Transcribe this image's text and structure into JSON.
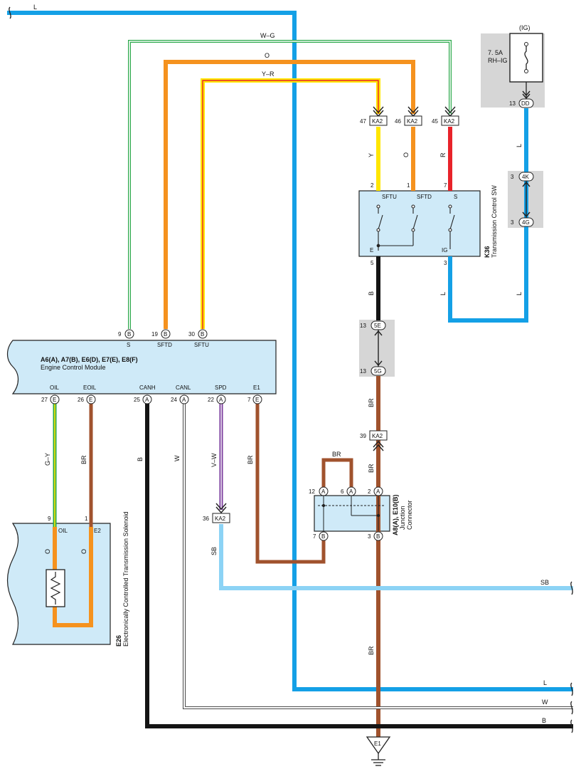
{
  "colors": {
    "L": "#14a0e6",
    "SB": "#8cd3f5",
    "O": "#f5921e",
    "Y": "#ffe600",
    "R": "#e8232a",
    "B": "#141414",
    "BR": "#a0522d",
    "W": "#ffffff",
    "G": "#2aa84a",
    "V": "#7a3b9c",
    "component": "#cfeaf8",
    "grey": "#d6d6d6"
  },
  "wires": {
    "L": "L",
    "W_G": "W–G",
    "O": "O",
    "Y_R": "Y–R",
    "Y": "Y",
    "O2": "O",
    "R": "R",
    "L_fuse1": "L",
    "L_fuse2": "L",
    "L_k36": "L",
    "B_k36": "B",
    "BR_1": "BR",
    "BR_2": "BR",
    "BR_loop": "BR",
    "BR_3": "BR",
    "G_Y": "G–Y",
    "BR_eoil": "BR",
    "B_canh": "B",
    "W_canl": "W",
    "V_W": "V–W",
    "BR_e1": "BR",
    "SB_spd": "SB",
    "O_e26a": "O",
    "O_e26b": "O",
    "right_SB": "SB",
    "right_L": "L",
    "right_W": "W",
    "right_B": "B"
  },
  "fuse": {
    "supply": "(IG)",
    "rating": "7. 5A",
    "name": "RH–IG",
    "pin": "13",
    "connector": "DD"
  },
  "ka2": {
    "name": "KA2",
    "pin47": "47",
    "pin46": "46",
    "pin45": "45",
    "pin39": "39",
    "pin36": "36"
  },
  "conn_4k": {
    "pin": "3",
    "label": "4K"
  },
  "conn_4g": {
    "pin": "3",
    "label": "4G"
  },
  "conn_5e": {
    "pin": "13",
    "label": "5E"
  },
  "conn_5g": {
    "pin": "13",
    "label": "5G"
  },
  "k36": {
    "code": "K36",
    "name": "Transmission Control SW",
    "pin2": "2",
    "pin1": "1",
    "pin7": "7",
    "pin5": "5",
    "pin3": "3",
    "t_sftu": "SFTU",
    "t_sftd": "SFTD",
    "t_s": "S",
    "t_e": "E",
    "t_ig": "IG"
  },
  "ecm": {
    "title": "A6(A), A7(B), E6(D), E7(E), E8(F)",
    "subtitle": "Engine Control Module",
    "top_pins": [
      {
        "num": "9",
        "conn": "B",
        "name": "S"
      },
      {
        "num": "19",
        "conn": "B",
        "name": "SFTD"
      },
      {
        "num": "30",
        "conn": "B",
        "name": "SFTU"
      }
    ],
    "bottom_pins": [
      {
        "num": "27",
        "conn": "E",
        "name": "OIL"
      },
      {
        "num": "26",
        "conn": "E",
        "name": "EOIL"
      },
      {
        "num": "25",
        "conn": "A",
        "name": "CANH"
      },
      {
        "num": "24",
        "conn": "A",
        "name": "CANL"
      },
      {
        "num": "22",
        "conn": "A",
        "name": "SPD"
      },
      {
        "num": "7",
        "conn": "E",
        "name": "E1"
      }
    ]
  },
  "junction": {
    "title": "A8(A), E10(B)",
    "sub1": "Junction",
    "sub2": "Connector",
    "pin12": "12",
    "pin6": "6",
    "pin2": "2",
    "pin7": "7",
    "pin3": "3",
    "connA": "A",
    "connB": "B"
  },
  "e26": {
    "code": "E26",
    "name": "Electronically Controlled Transmission Solenoid",
    "pin9": "9",
    "pin1": "1",
    "t_oil": "OIL",
    "t_e2": "E2"
  },
  "ground": {
    "label": "E1"
  }
}
